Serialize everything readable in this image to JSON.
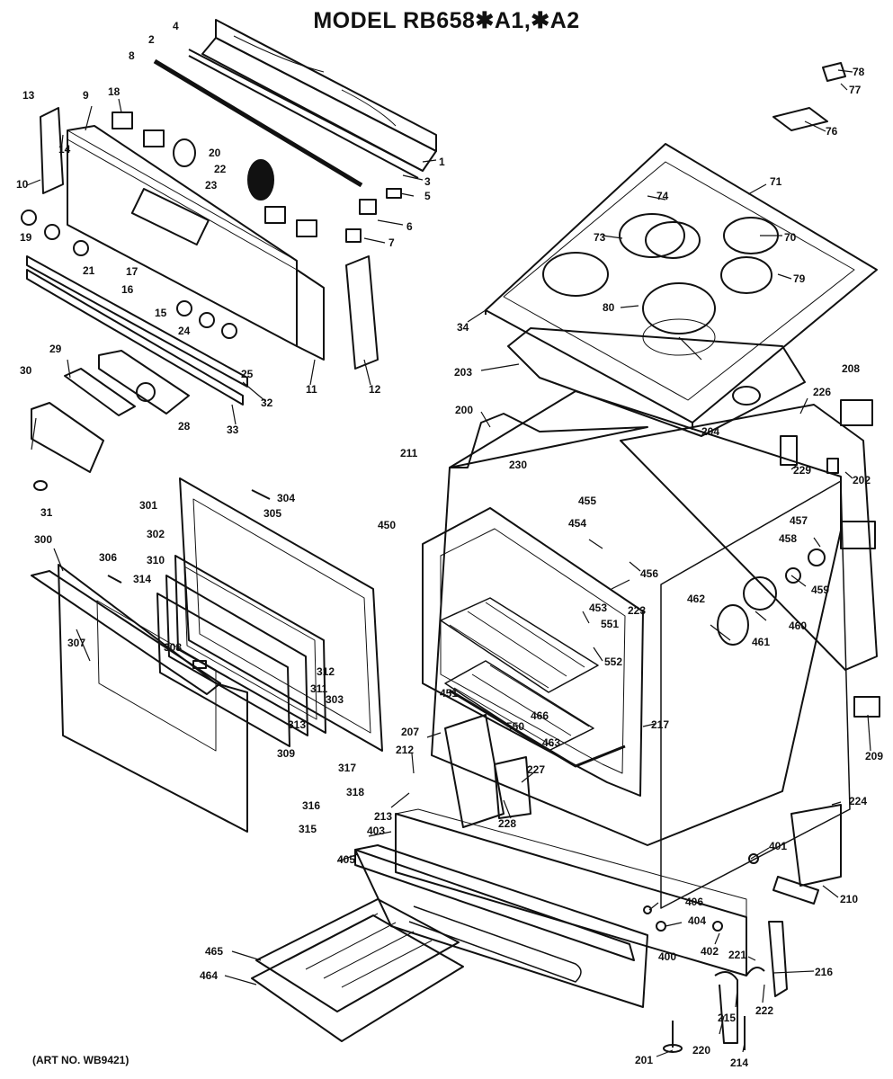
{
  "title": "MODEL RB658✱A1,✱A2",
  "art_number": "(ART NO. WB9421)",
  "part_numbers": [
    "1",
    "2",
    "3",
    "4",
    "5",
    "6",
    "7",
    "8",
    "9",
    "10",
    "11",
    "12",
    "13",
    "14",
    "15",
    "16",
    "17",
    "18",
    "19",
    "20",
    "21",
    "22",
    "23",
    "24",
    "25",
    "28",
    "29",
    "30",
    "31",
    "32",
    "33",
    "34",
    "70",
    "71",
    "73",
    "74",
    "76",
    "77",
    "78",
    "79",
    "80",
    "200",
    "201",
    "202",
    "203",
    "204",
    "207",
    "208",
    "209",
    "210",
    "211",
    "212",
    "213",
    "214",
    "215",
    "216",
    "217",
    "220",
    "221",
    "222",
    "223",
    "224",
    "226",
    "227",
    "228",
    "229",
    "230",
    "300",
    "301",
    "302",
    "303",
    "304",
    "305",
    "306",
    "307",
    "308",
    "309",
    "310",
    "311",
    "312",
    "313",
    "314",
    "315",
    "316",
    "317",
    "318",
    "400",
    "401",
    "402",
    "403",
    "404",
    "405",
    "406",
    "450",
    "451",
    "453",
    "454",
    "455",
    "456",
    "457",
    "458",
    "459",
    "460",
    "461",
    "462",
    "463",
    "464",
    "465",
    "466",
    "550",
    "551",
    "552"
  ]
}
